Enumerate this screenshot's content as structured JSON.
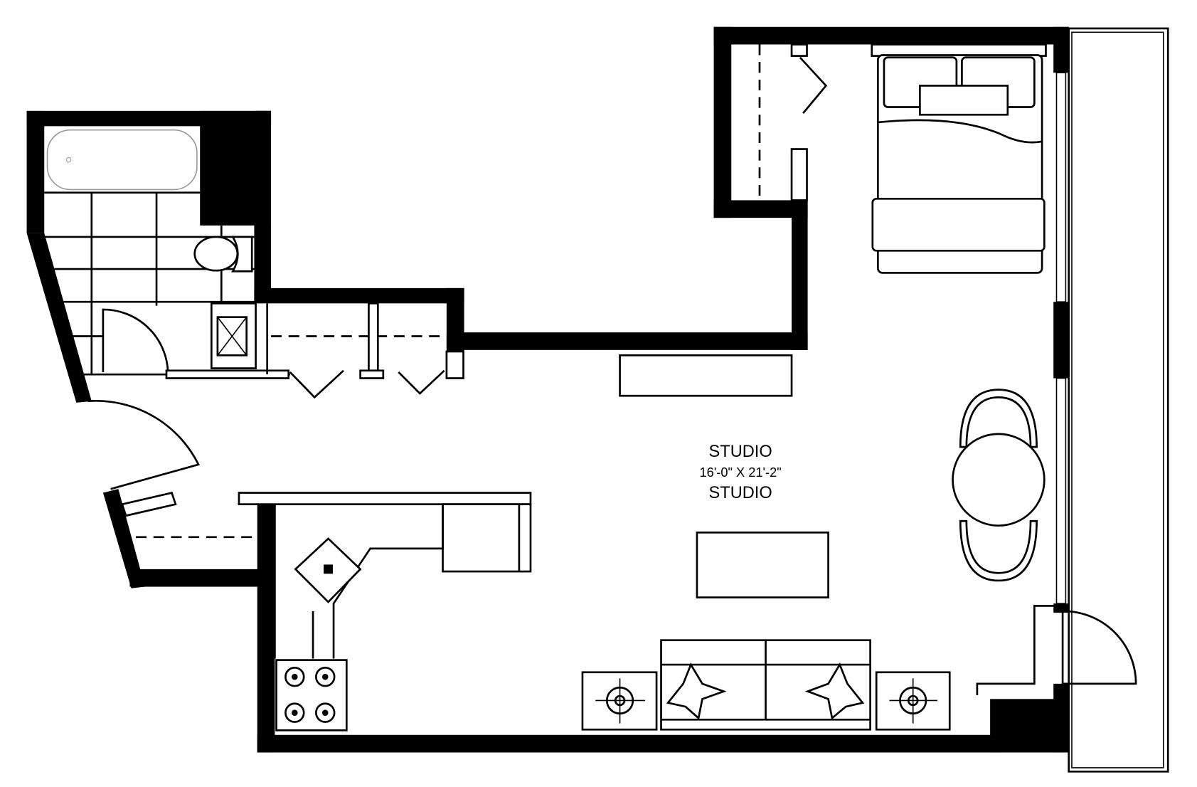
{
  "room": {
    "name": "STUDIO",
    "dimensions": "16'-0\" X 21'-2\"",
    "name_repeat": "STUDIO"
  }
}
